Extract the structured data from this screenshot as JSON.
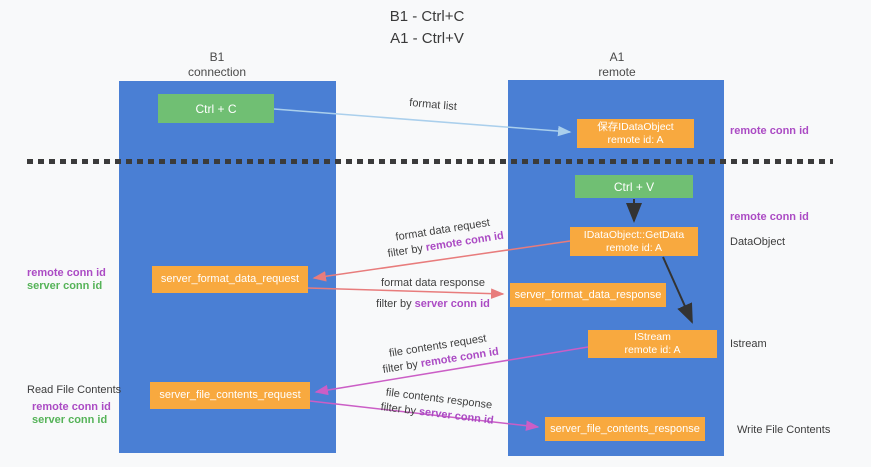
{
  "title": {
    "line1": "B1 - Ctrl+C",
    "line2": "A1 - Ctrl+V"
  },
  "lanes": {
    "b1": {
      "name": "B1",
      "role": "connection"
    },
    "a1": {
      "name": "A1",
      "role": "remote"
    }
  },
  "nodes": {
    "ctrl_c": {
      "label": "Ctrl + C"
    },
    "ctrl_v": {
      "label": "Ctrl + V"
    },
    "save_dataobject": {
      "line1": "保存IDataObject",
      "line2": "remote id: A"
    },
    "getdata": {
      "line1": "IDataObject::GetData",
      "line2": "remote id: A"
    },
    "istream": {
      "line1": "IStream",
      "line2": "remote id: A"
    },
    "format_request": {
      "label": "server_format_data_request"
    },
    "format_response": {
      "label": "server_format_data_response"
    },
    "file_request": {
      "label": "server_file_contents_request"
    },
    "file_response": {
      "label": "server_file_contents_response"
    }
  },
  "edges": {
    "format_list": {
      "label": "format list"
    },
    "format_request": {
      "label": "format data request",
      "filter_prefix": "filter by ",
      "filter_key": "remote conn id"
    },
    "format_response": {
      "label": "format data response",
      "filter_prefix": "filter by ",
      "filter_key": "server conn id"
    },
    "file_request": {
      "label": "file contents request",
      "filter_prefix": "filter by ",
      "filter_key": "remote conn id"
    },
    "file_response": {
      "label": "file contents response",
      "filter_prefix": "filter by ",
      "filter_key": "server conn id"
    }
  },
  "annotations": {
    "right_remote_conn_top": "remote conn id",
    "right_remote_conn_mid": "remote conn id",
    "right_dataobject": "DataObject",
    "right_istream": "Istream",
    "right_write_file": "Write File Contents",
    "left_remote_conn_1": "remote conn id",
    "left_server_conn_1": "server conn id",
    "left_read_file": "Read File Contents",
    "left_remote_conn_2": "remote conn id",
    "left_server_conn_2": "server conn id"
  },
  "colors": {
    "lane_blue": "#4a7fd4",
    "node_green": "#70bf73",
    "node_orange": "#f8a93f",
    "text_purple": "#ab4bc4",
    "text_green": "#55b358",
    "arrow_salmon": "#e87c7c",
    "arrow_magenta": "#cb5ec6",
    "arrow_lightblue": "#aacfec",
    "arrow_black": "#333333"
  }
}
